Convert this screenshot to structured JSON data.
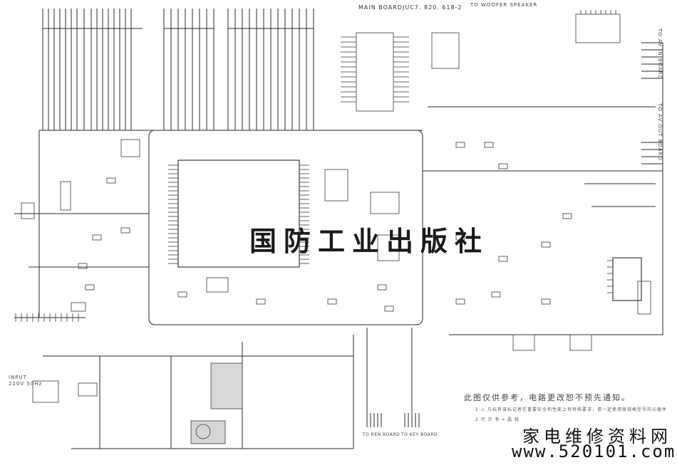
{
  "header": {
    "main_board": "MAIN BOARD",
    "board_code": "JUC7. 820. 618-2",
    "woofer": "TO WOOFER SPEAKER"
  },
  "left": {
    "input_label": "INPUT",
    "input_voltage": "220V 50Hz"
  },
  "watermark": "国防工业出版社",
  "notes": {
    "title": "此图仅供参考，电路更改恕不预先通知。",
    "line1": "1   ⚠ 凡标有该标记者在重要安全和性能上有特殊要求，请一定使用原规格型号的元器件",
    "line2": "2   代 示 有    ━  晶 线"
  },
  "bottom_boards": {
    "ren": "TO REN BOARD",
    "key": "TO KEY BOARD"
  },
  "site": {
    "cn": "家电维修资料网",
    "url": "www.520101.com"
  },
  "right_side_labels": [
    "TO AV IN BOARD",
    "TO AV OUT BOARD"
  ]
}
